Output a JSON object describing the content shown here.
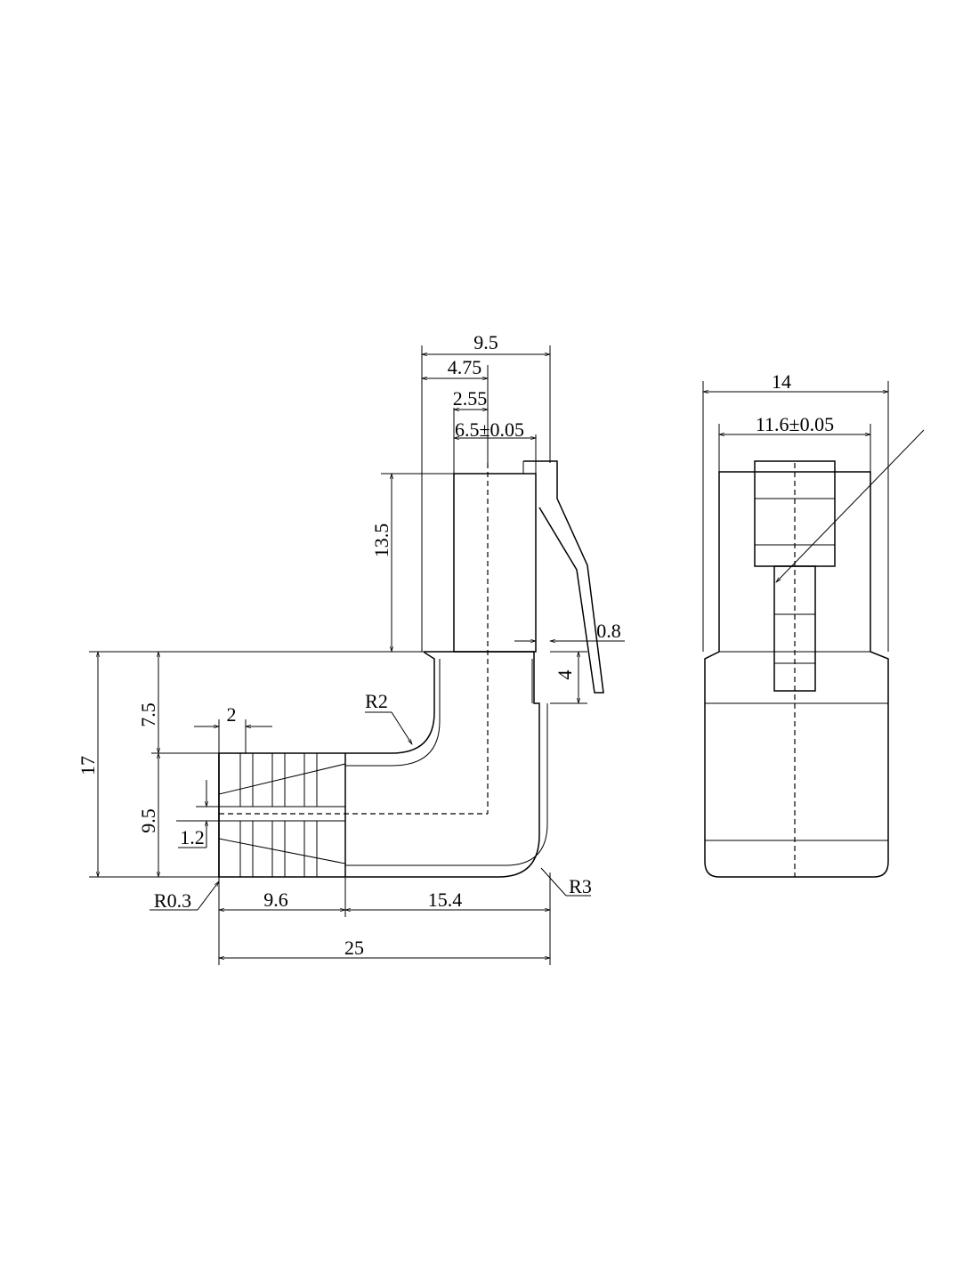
{
  "dimensions": {
    "side_view": {
      "top_width": "9.5",
      "half_width": "4.75",
      "offset": "2.55",
      "body_width": "6.5±0.05",
      "upper_height": "13.5",
      "latch_thickness": "0.8",
      "latch_height": "4",
      "total_height": "17",
      "upper_block_height": "7.5",
      "cable_height": "9.5",
      "rib_width": "2",
      "rib_gap": "1.2",
      "inner_radius": "R2",
      "outer_radius": "R3",
      "corner_radius": "R0.3",
      "rib_section": "9.6",
      "bend_section": "15.4",
      "total_length": "25"
    },
    "front_view": {
      "outer_width": "14",
      "inner_width": "11.6±0.05"
    }
  }
}
